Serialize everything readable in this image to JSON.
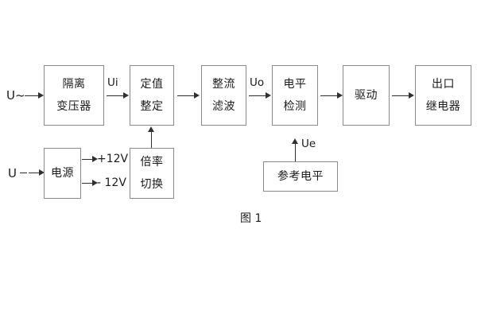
{
  "diagram": {
    "caption": "图 1",
    "blocks": [
      {
        "id": "isolation-transformer",
        "line1": "隔离",
        "line2": "变压器"
      },
      {
        "id": "setting-value",
        "line1": "定值",
        "line2": "整定"
      },
      {
        "id": "rectify-filter",
        "line1": "整流",
        "line2": "滤波"
      },
      {
        "id": "level-detection",
        "line1": "电平",
        "line2": "检测"
      },
      {
        "id": "drive",
        "line1": "驱动",
        "line2": ""
      },
      {
        "id": "output-relay",
        "line1": "出口",
        "line2": "继电器"
      },
      {
        "id": "power-supply",
        "line1": "电源",
        "line2": ""
      },
      {
        "id": "multiplier-switch",
        "line1": "倍率",
        "line2": "切换"
      },
      {
        "id": "reference-level",
        "line1": "参考电平",
        "line2": ""
      }
    ],
    "signals": {
      "input_ac": "U~",
      "input_dc": "U",
      "ui": "Ui",
      "uo": "Uo",
      "ue": "Ue",
      "rail_positive": "+12V",
      "rail_negative": "- 12V"
    },
    "colors": {
      "box_border": "#8a8a8a",
      "line": "#303030",
      "text": "#1b1b1b",
      "background": "#ffffff"
    }
  }
}
